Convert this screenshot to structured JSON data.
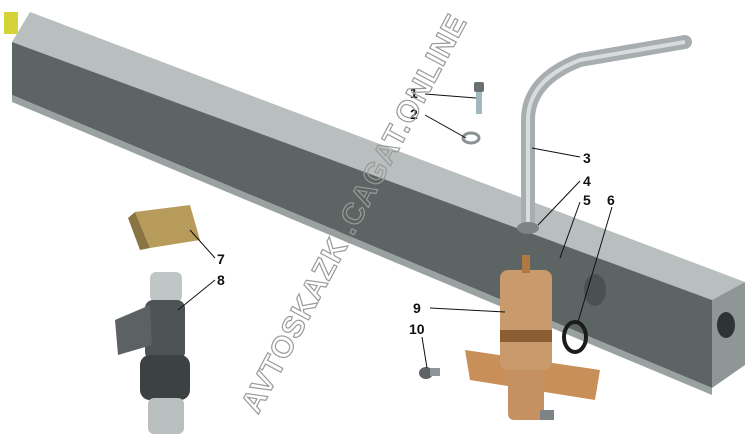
{
  "diagram": {
    "callouts": [
      "1",
      "2",
      "3",
      "4",
      "5",
      "6",
      "7",
      "8",
      "9",
      "10"
    ],
    "watermark": "AVTOSKAZKI.CAGAT.ONLINE",
    "colors": {
      "rail_top": "#b4bcbb",
      "rail_front": "#5d6664",
      "bronze": "#c9935e",
      "gray_part": "#505658",
      "fitting": "#d6d23a"
    }
  }
}
